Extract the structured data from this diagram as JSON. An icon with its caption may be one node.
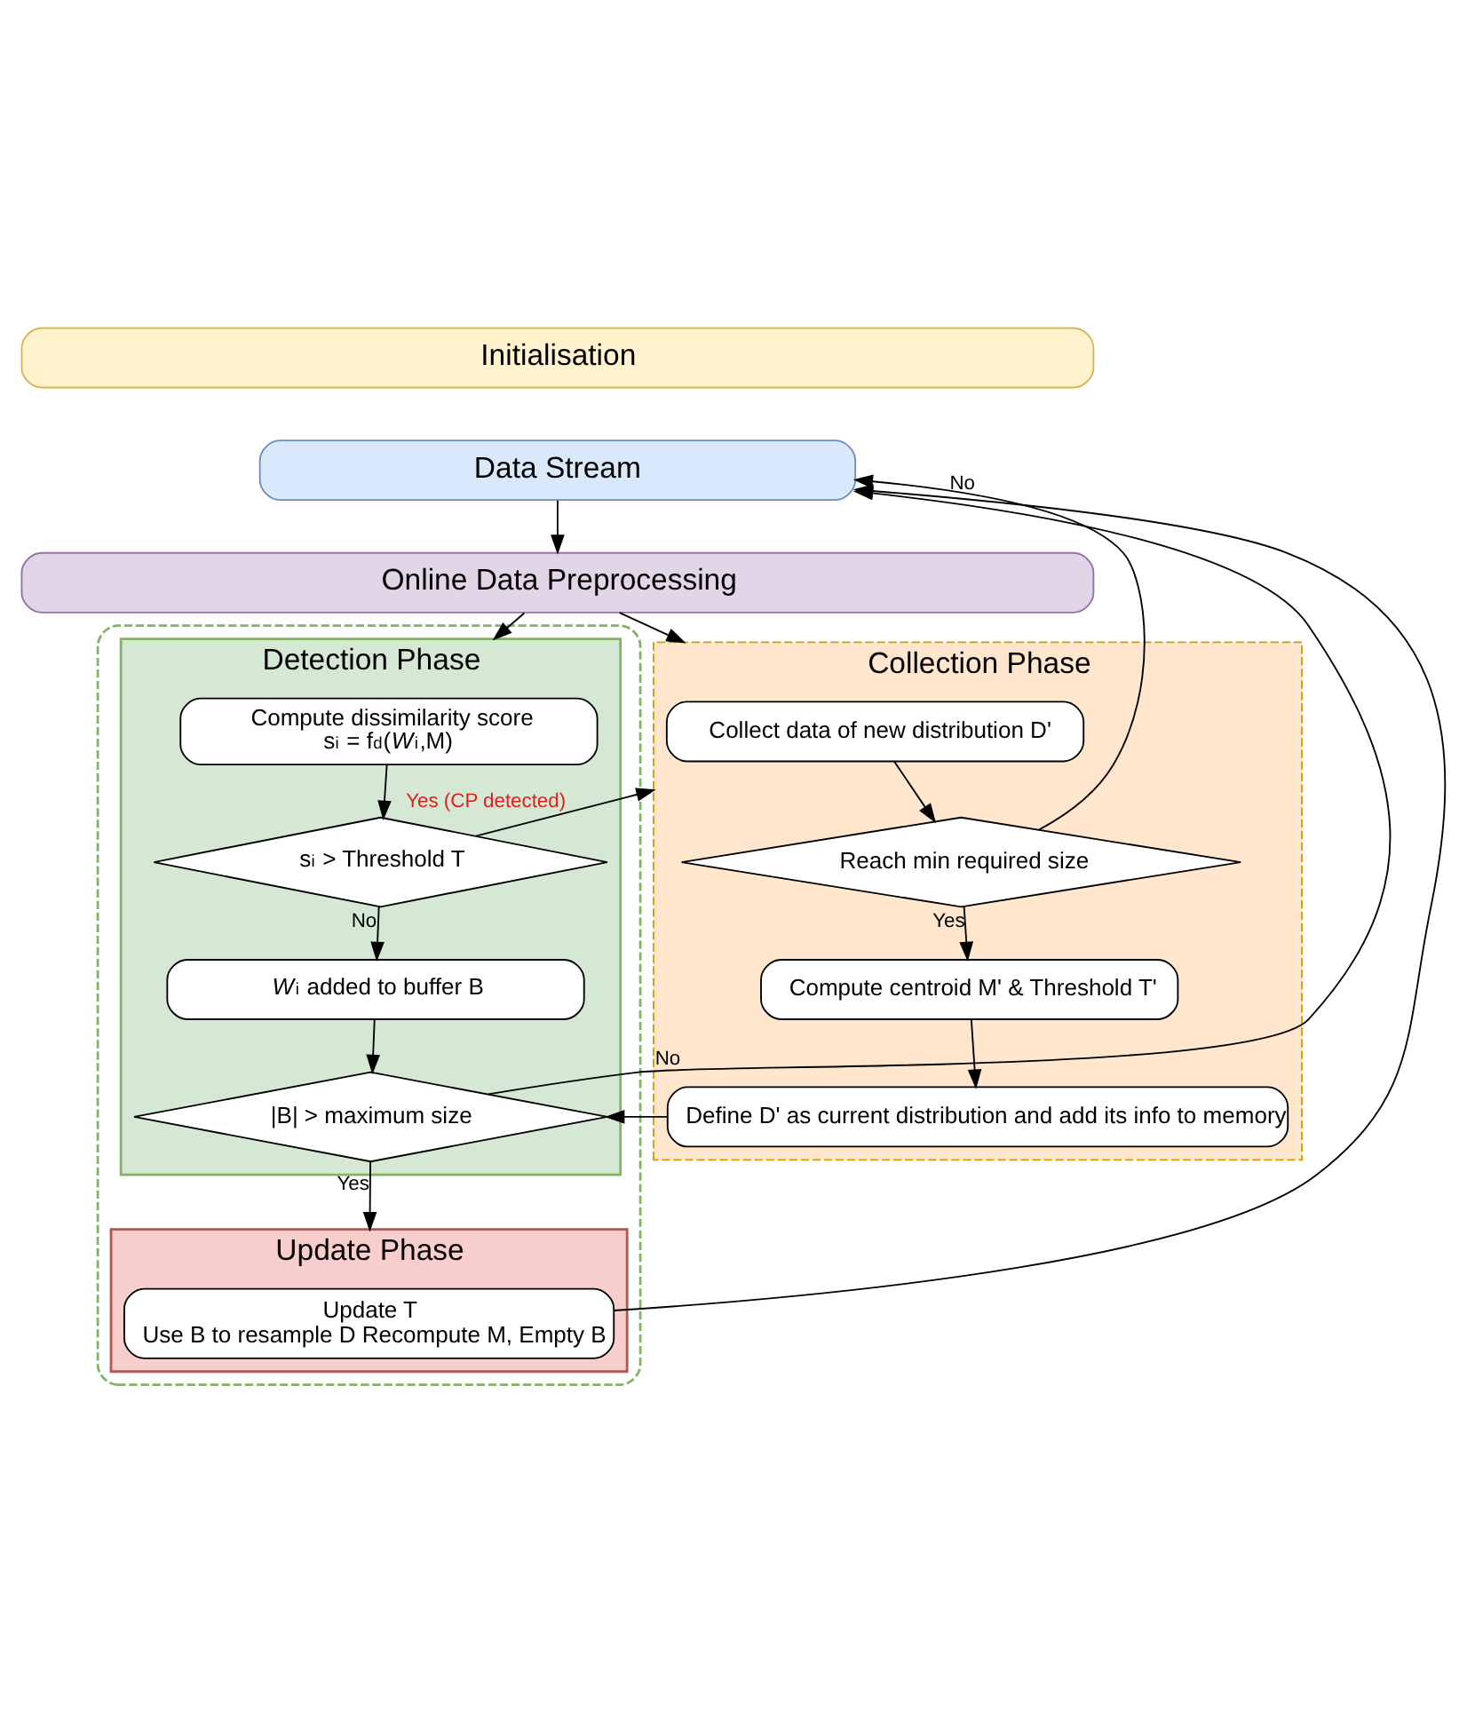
{
  "diagram": {
    "nodes": [
      {
        "text": [
          "Initialisation"
        ]
      },
      {
        "text": [
          "Data Stream"
        ]
      },
      {
        "text": [
          "Online Data Preprocessing"
        ]
      },
      {
        "text": [],
        "shape": "box"
      },
      {
        "text": [
          "Detection Phase"
        ],
        "in": 3
      },
      {
        "text": [
          "Compute dissimilarity score",
          "s$_{i}$ = f$_{d}$(*W*$_{i}$,M)"
        ],
        "in": 4
      },
      {
        "text": [
          "s$_{i}$ > Threshold T"
        ],
        "in": 4
      },
      {
        "text": [
          "*W*$_{i}$ added to buffer B"
        ],
        "in": 4
      },
      {
        "text": [
          "|B| > maximum size"
        ],
        "in": 4
      },
      {
        "text": [
          "Update Phase"
        ],
        "in": 3
      },
      {
        "text": [
          "Update T",
          "Use B to resample D Recompute M, Empty B"
        ],
        "in": 9
      },
      {
        "text": [
          "Collection Phase"
        ]
      },
      {
        "text": [
          "Collect data of new distribution D'"
        ],
        "in": 11
      },
      {
        "text": [
          "Reach min required size"
        ],
        "in": 11
      },
      {
        "text": [
          "Compute centroid M' & Threshold T'"
        ],
        "in": 11
      },
      {
        "text": [
          "Define D' as current distribution and add its info to memory"
        ],
        "in": 11
      }
    ],
    "edges": [
      {
        "from": 1,
        "to": 2,
        "arrow": "to"
      },
      {
        "from": 2,
        "to": 4,
        "arrow": "to"
      },
      {
        "from": 2,
        "to": 11,
        "arrow": "to"
      },
      {
        "from": 5,
        "to": 6,
        "arrow": "to"
      },
      {
        "from": 6,
        "to": 7,
        "arrow": "to",
        "label": "No"
      },
      {
        "from": 6,
        "to": 11,
        "arrow": "to",
        "label": "Yes (CP detected)"
      },
      {
        "from": 7,
        "to": 8,
        "arrow": "to"
      },
      {
        "from": 8,
        "to": 9,
        "arrow": "to",
        "label": "Yes"
      },
      {
        "from": 8,
        "to": 1,
        "arrow": "to",
        "label": "No"
      },
      {
        "from": 10,
        "to": 1,
        "arrow": "to"
      },
      {
        "from": 12,
        "to": 13,
        "arrow": "to"
      },
      {
        "from": 13,
        "to": 14,
        "arrow": "to",
        "label": "Yes"
      },
      {
        "from": 14,
        "to": 15,
        "arrow": "to"
      },
      {
        "from": 15,
        "to": 8,
        "arrow": "to"
      },
      {
        "from": 13,
        "to": 1,
        "arrow": "to",
        "label": "No"
      }
    ]
  }
}
